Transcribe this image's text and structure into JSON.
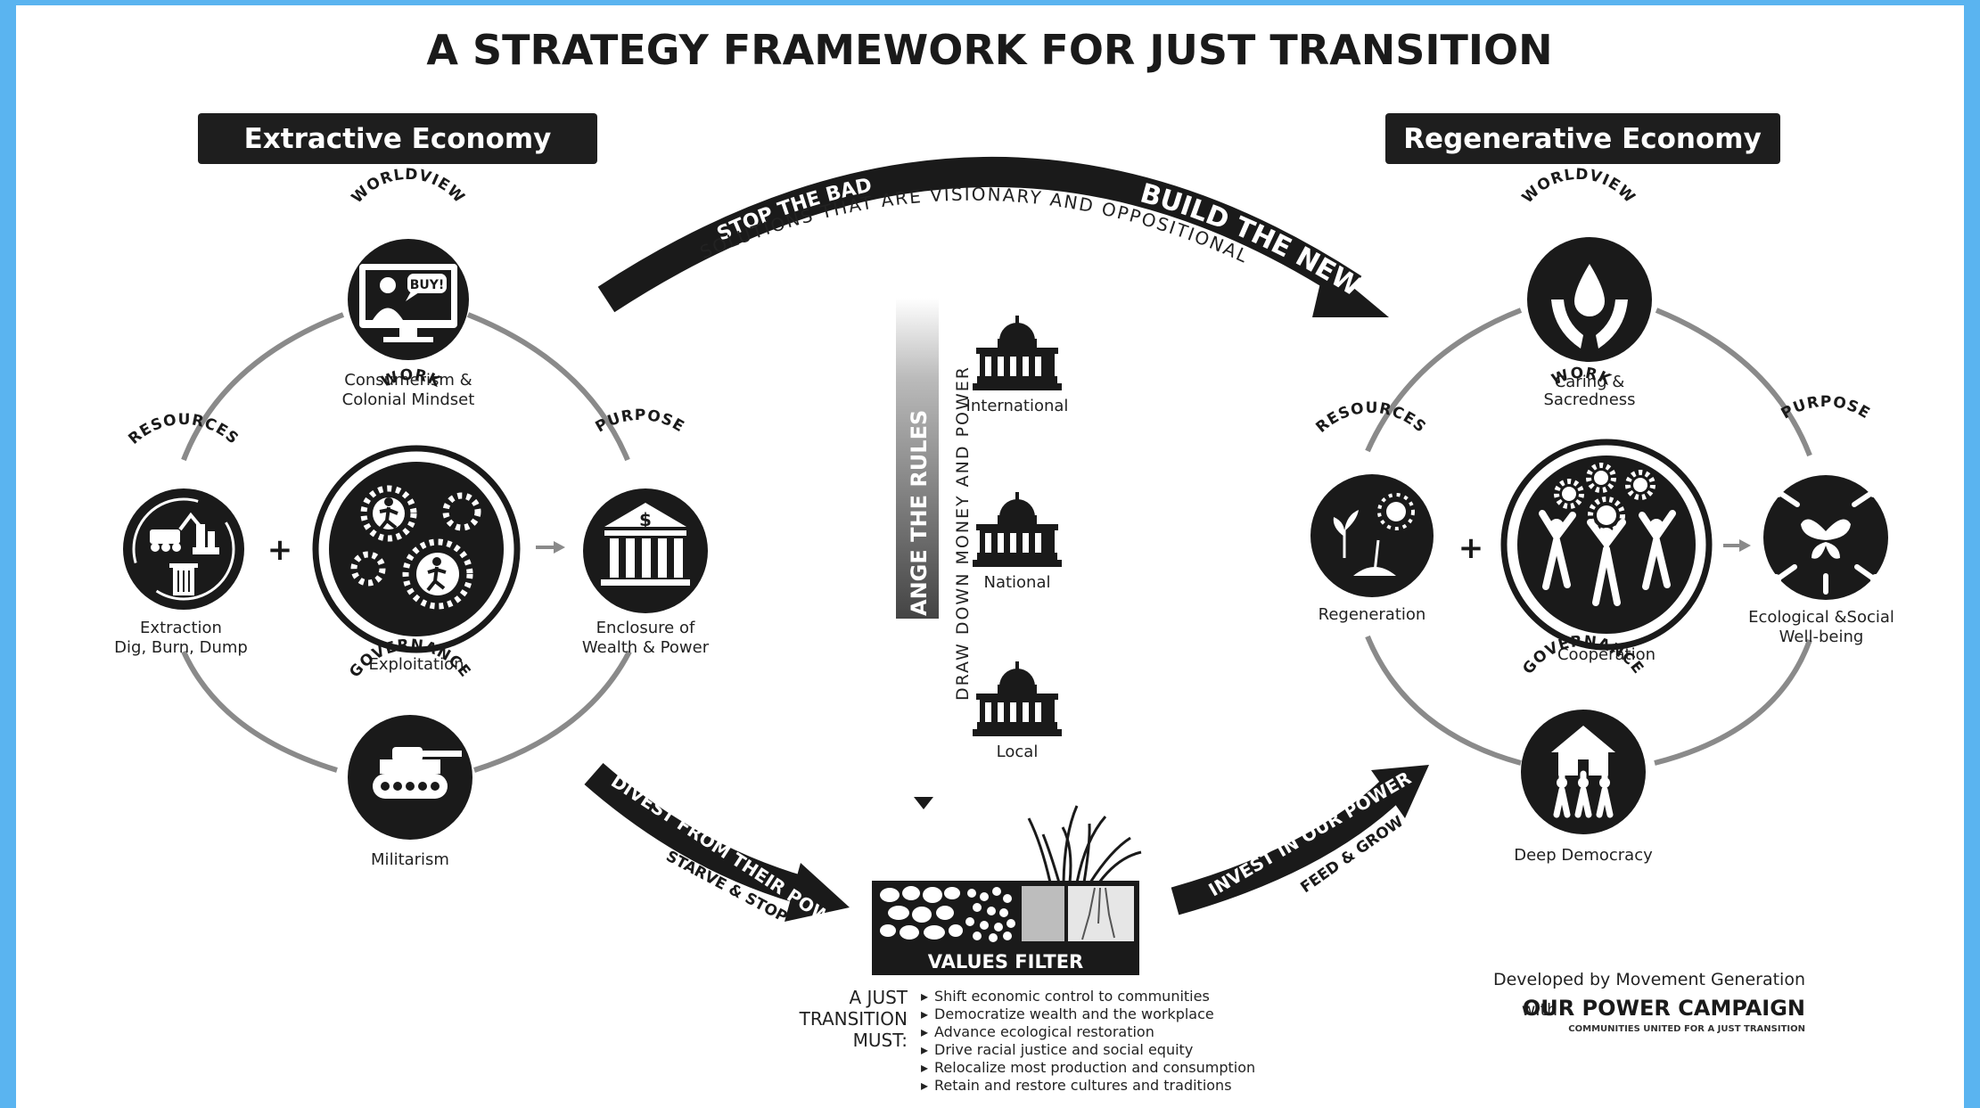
{
  "title": "A STRATEGY FRAMEWORK FOR JUST TRANSITION",
  "extractive": {
    "header": "Extractive Economy",
    "worldview": {
      "tag": "WORLDVIEW",
      "line1": "Consumerism &",
      "line2": "Colonial Mindset",
      "screen_text": "BUY!"
    },
    "resources": {
      "tag": "RESOURCES",
      "line1": "Extraction",
      "line2": "Dig, Burn, Dump"
    },
    "work": {
      "tag": "WORK",
      "line1": "Exploitation"
    },
    "purpose": {
      "tag": "PURPOSE",
      "line1": "Enclosure of",
      "line2": "Wealth & Power",
      "symbol": "$"
    },
    "governance": {
      "tag": "GOVERNANCE",
      "line1": "Militarism"
    }
  },
  "regenerative": {
    "header": "Regenerative Economy",
    "worldview": {
      "tag": "WORLDVIEW",
      "line1": "Caring &",
      "line2": "Sacredness"
    },
    "resources": {
      "tag": "RESOURCES",
      "line1": "Regeneration"
    },
    "work": {
      "tag": "WORK",
      "line1": "Cooperation"
    },
    "purpose": {
      "tag": "PURPOSE",
      "line1": "Ecological &Social",
      "line2": "Well-being"
    },
    "governance": {
      "tag": "GOVERNANCE",
      "line1": "Deep Democracy"
    }
  },
  "plus_sign": "+",
  "arrows": {
    "top_left": "STOP THE BAD",
    "top_right": "BUILD THE NEW",
    "top_sub": "SOLUTIONS THAT ARE VISIONARY AND OPPOSITIONAL",
    "bottom_left": "DIVEST FROM THEIR POWER",
    "bottom_left_sub": "STARVE & STOP",
    "bottom_right": "INVEST IN OUR POWER",
    "bottom_right_sub": "FEED & GROW"
  },
  "rules": {
    "bar_text": "ANGE THE RULES",
    "side_text": "DRAW DOWN MONEY AND POWER",
    "levels": [
      "International",
      "National",
      "Local"
    ]
  },
  "values_filter": {
    "label": "VALUES FILTER",
    "must_line1": "A JUST",
    "must_line2": "TRANSITION",
    "must_line3": "MUST:",
    "items": [
      "Shift economic control to communities",
      "Democratize wealth and the workplace",
      "Advance ecological restoration",
      "Drive racial justice and social equity",
      "Relocalize most production and consumption",
      "Retain and restore cultures and traditions"
    ]
  },
  "credits": {
    "line1": "Developed by Movement Generation",
    "with": "with",
    "org": "OUR POWER CAMPAIGN",
    "tagline": "COMMUNITIES UNITED FOR A JUST TRANSITION"
  }
}
